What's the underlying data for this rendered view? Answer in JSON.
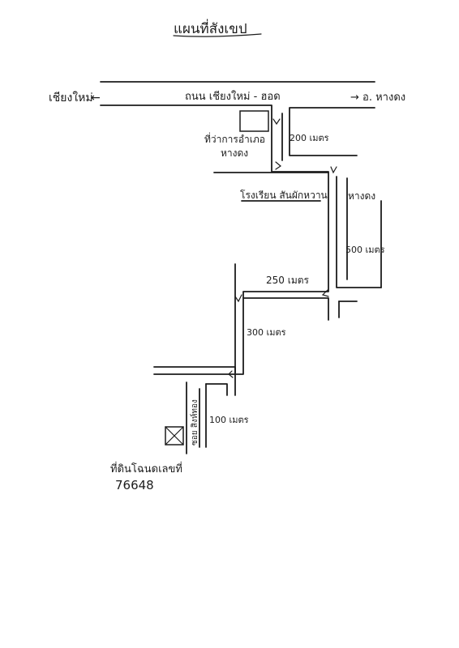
{
  "title": "แผนที่สังเขป",
  "labels": {
    "chiang_mai": "เชียงใหม่",
    "arrow_left": "←",
    "main_road": "ถนน เชียงใหม่ - ฮอด",
    "to_hangdong": "→ อ. หางดง",
    "district_office": "ที่ว่าการอำเภอ",
    "district_name": "หางดง",
    "dist_200": "200 เมตร",
    "school": "โรงเรียน สันผักหวาน",
    "hangdong_side": "หางดง",
    "dist_500": "500 เมตร",
    "dist_250": "250 เมตร",
    "dist_300": "300 เมตร",
    "lane_name": "ซอย สิงห์ทอง",
    "dist_100": "100 เมตร",
    "land_label": "ที่ดินโฉนดเลขที่",
    "deed_no": "76648"
  }
}
